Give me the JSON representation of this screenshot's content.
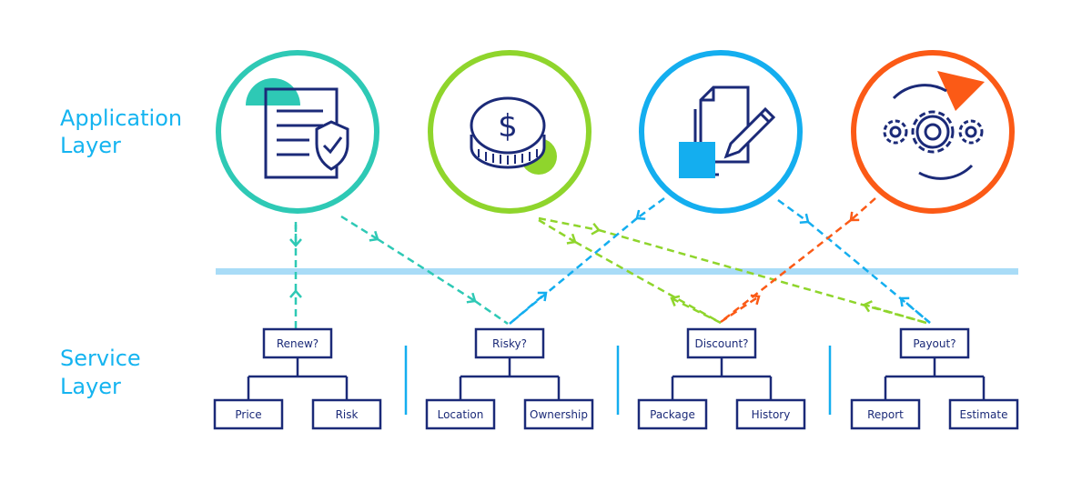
{
  "labels": {
    "application_layer": [
      "Application",
      "Layer"
    ],
    "service_layer": [
      "Service",
      "Layer"
    ]
  },
  "colors": {
    "teal": "#2ec9b5",
    "green": "#8fd52c",
    "blue": "#14aeef",
    "orange": "#fb5a16",
    "navy": "#1b2a78",
    "divider": "#a9dcf7",
    "label": "#15b4f0"
  },
  "applications": [
    {
      "icon": "insurance-document-shield-icon",
      "color": "teal"
    },
    {
      "icon": "dollar-coin-icon",
      "color": "green"
    },
    {
      "icon": "document-pencil-icon",
      "color": "blue"
    },
    {
      "icon": "gears-cycle-icon",
      "color": "orange"
    }
  ],
  "services": [
    {
      "question": "Renew?",
      "children": [
        "Price",
        "Risk"
      ]
    },
    {
      "question": "Risky?",
      "children": [
        "Location",
        "Ownership"
      ]
    },
    {
      "question": "Discount?",
      "children": [
        "Package",
        "History"
      ]
    },
    {
      "question": "Payout?",
      "children": [
        "Report",
        "Estimate"
      ]
    }
  ]
}
